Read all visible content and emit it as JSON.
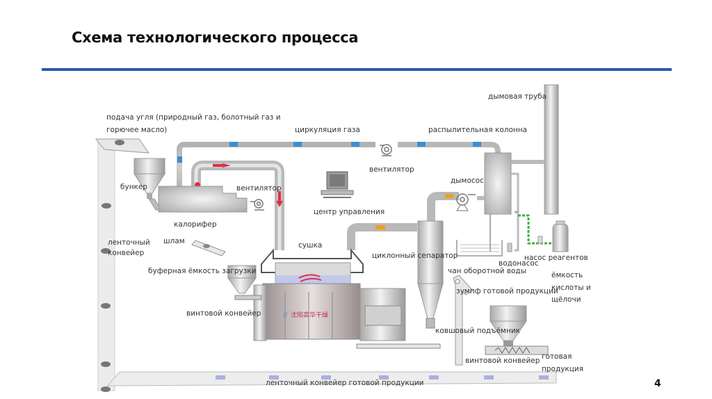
{
  "slide": {
    "title": "Схема технологического процесса",
    "page_number": "4",
    "accent_color": "#2a5da8"
  },
  "diagram": {
    "labels": {
      "coal_feed_line1": "подача угля (природный газ, болотный газ и",
      "coal_feed_line2": "горючее масло)",
      "gas_circulation": "циркуляция газа",
      "spray_column": "распылительная колонна",
      "chimney": "дымовая труба",
      "bunker": "бункер",
      "fan_small": "вентилятор",
      "fan_top": "вентилятор",
      "control_center": "центр управления",
      "smoke_exhauster": "дымосос",
      "heater": "калорифер",
      "belt_conveyor_line1": "ленточный",
      "belt_conveyor_line2": "конвейер",
      "sludge": "шлам",
      "buffer_tank": "буферная ёмкость загрузки",
      "screw_conveyor_left": "винтовой конвейер",
      "dryer": "сушка",
      "cyclone_separator": "циклонный сепаратор",
      "water_tank": "чан оборотной воды",
      "water_pump": "водонасос",
      "reagent_pump": "насос реагентов",
      "acid_tank_line1": "ёмкость",
      "acid_tank_line2": "кислоты и",
      "acid_tank_line3": "щёлочи",
      "product_sump": "зумпф готовой продукции",
      "bucket_elevator": "ковшовый подъёмник",
      "screw_conveyor_right": "винтовой конвейер",
      "finished_product_line1": "готовая",
      "finished_product_line2": "продукция",
      "product_belt_conveyor": "ленточный конвейер готовой продукции",
      "equipment_brand": "沈阳高华干燥"
    },
    "colors": {
      "pipe": "#c8c8c8",
      "gas_marker": "#3a8fd6",
      "hot_flow": "#e0304a",
      "exhaust_marker": "#e8a020",
      "reagent_line": "#3cb043"
    }
  }
}
